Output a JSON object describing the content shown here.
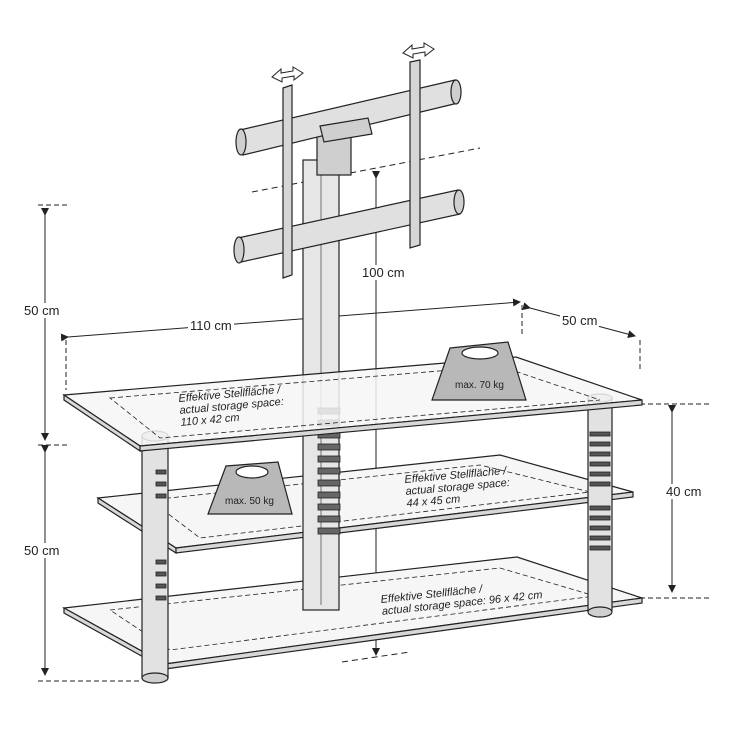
{
  "dimensions": {
    "top_height": "50 cm",
    "bottom_height": "50 cm",
    "width": "110 cm",
    "depth": "50 cm",
    "pole_height": "100 cm",
    "shelf_spacing": "40 cm"
  },
  "shelves": {
    "top": {
      "line1": "Effektive Stellfläche /",
      "line2": "actual storage space:",
      "line3": "110 x 42 cm"
    },
    "middle": {
      "line1": "Effektive Stellfläche /",
      "line2": "actual storage space:",
      "line3": "44 x 45 cm"
    },
    "bottom": {
      "line1": "Effektive Stellfläche /",
      "line2": "actual storage space: 96 x 42 cm"
    }
  },
  "weights": {
    "top": "max. 70 kg",
    "middle": "max. 50 kg"
  },
  "colors": {
    "line": "#222222",
    "weight_block": "#b8b8b8",
    "metal": "#d8d8d8",
    "glass": "#f6f6f6"
  }
}
